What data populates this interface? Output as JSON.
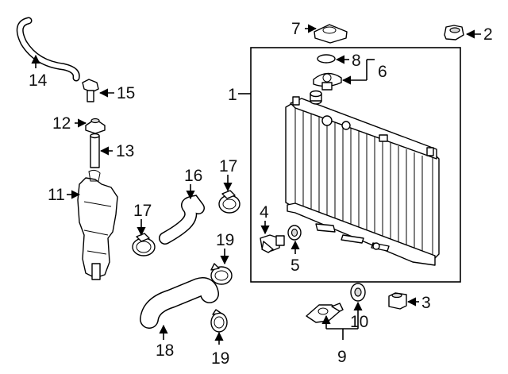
{
  "callouts": {
    "c1": "1",
    "c2": "2",
    "c3": "3",
    "c4": "4",
    "c5": "5",
    "c6": "6",
    "c7": "7",
    "c8": "8",
    "c9": "9",
    "c10": "10",
    "c11": "11",
    "c12": "12",
    "c13": "13",
    "c14": "14",
    "c15": "15",
    "c16": "16",
    "c17a": "17",
    "c17b": "17",
    "c18": "18",
    "c19a": "19",
    "c19b": "19"
  }
}
